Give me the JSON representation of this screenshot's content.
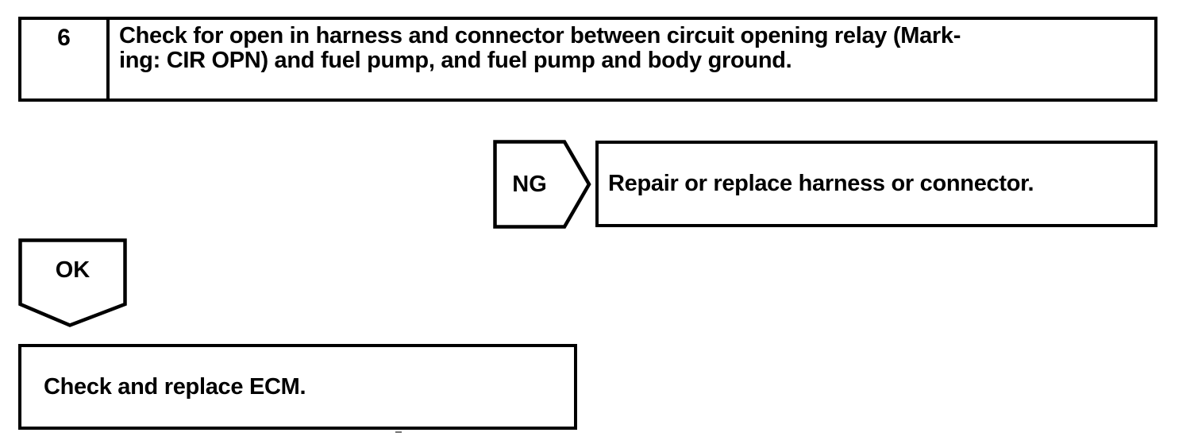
{
  "step": {
    "number": "6",
    "instruction": "Check for open in harness and connector between circuit opening relay (Mark-\ning: CIR OPN) and fuel pump, and fuel pump and body ground."
  },
  "ng_branch": {
    "label": "NG",
    "action": "Repair or replace harness or connector."
  },
  "ok_branch": {
    "label": "OK",
    "action": "Check and replace ECM."
  },
  "icons": {
    "ng_arrow": "pentagon-arrow-right",
    "ok_arrow": "pentagon-arrow-down"
  },
  "colors": {
    "ink": "#000000",
    "paper": "#ffffff"
  }
}
